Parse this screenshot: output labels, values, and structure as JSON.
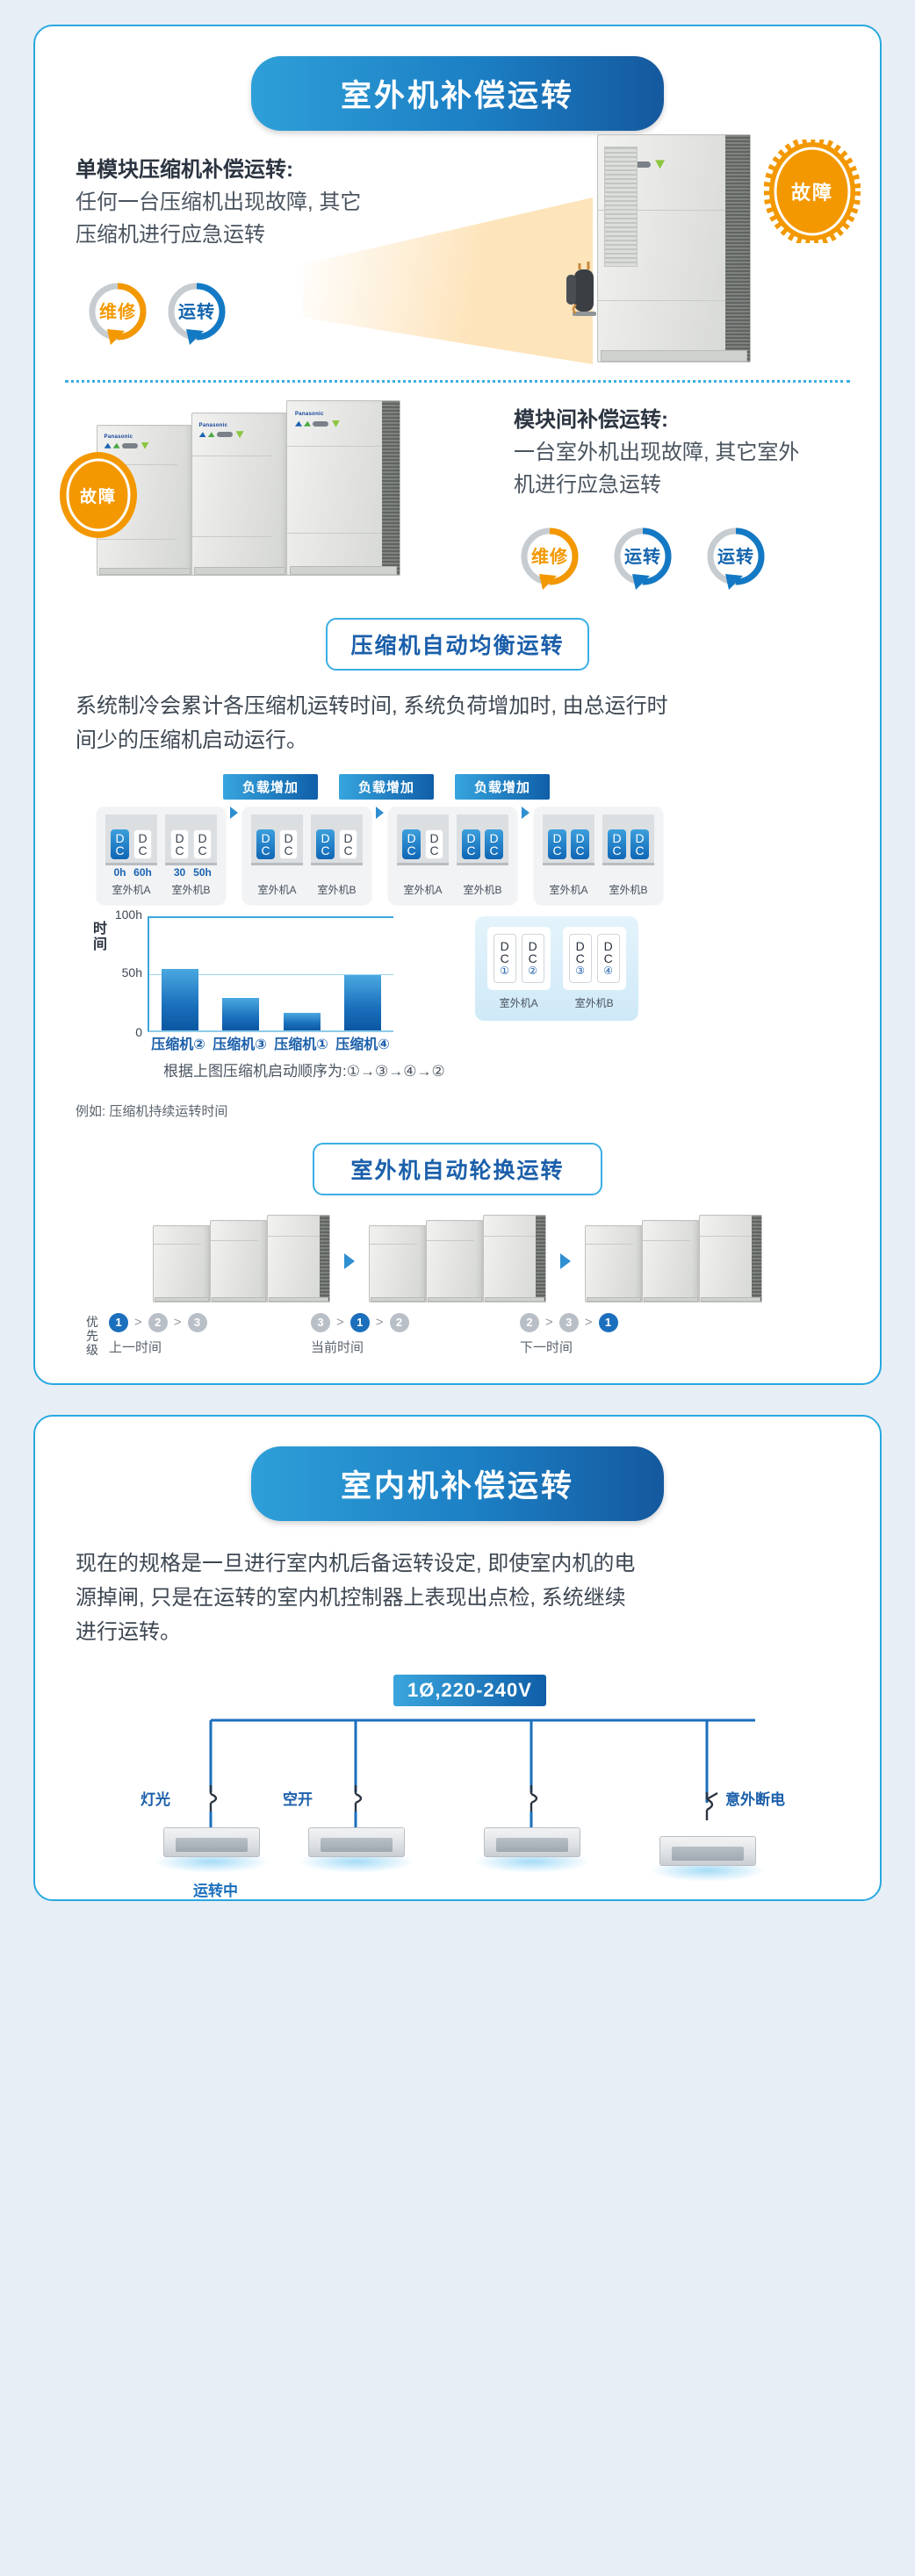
{
  "colors": {
    "accent_blue": "#29a8e0",
    "deep_blue": "#15599e",
    "orange": "#f39800",
    "page_bg": "#e8eef5"
  },
  "card1": {
    "title": "室外机补偿运转",
    "block1": {
      "heading": "单模块压缩机补偿运转:",
      "body_line1": "任何一台压缩机出现故障, 其它",
      "body_line2": "压缩机进行应急运转",
      "badge": "故障",
      "circles": [
        {
          "label": "维修",
          "color": "#f39800"
        },
        {
          "label": "运转",
          "color": "#1379c4"
        }
      ]
    },
    "block2": {
      "heading": "模块间补偿运转:",
      "body_line1": "一台室外机出现故障, 其它室外",
      "body_line2": "机进行应急运转",
      "badge": "故障",
      "circles": [
        {
          "label": "维修",
          "color": "#f39800"
        },
        {
          "label": "运转",
          "color": "#1379c4"
        },
        {
          "label": "运转",
          "color": "#1379c4"
        }
      ]
    },
    "section2": {
      "title": "压缩机自动均衡运转",
      "para_line1": "系统制冷会累计各压缩机运转时间, 系统负荷增加时, 由总运行时",
      "para_line2": "间少的压缩机启动运行。",
      "load_tags": [
        "负载增加",
        "负载增加",
        "负载增加"
      ],
      "steps": [
        {
          "units": [
            {
              "label": "室外机A",
              "dc": [
                "on",
                "off"
              ],
              "hours": [
                "0h",
                "60h"
              ]
            },
            {
              "label": "室外机B",
              "dc": [
                "off",
                "off"
              ],
              "hours": [
                "30",
                "50h"
              ]
            }
          ]
        },
        {
          "units": [
            {
              "label": "室外机A",
              "dc": [
                "on",
                "off"
              ],
              "hours": [
                "",
                ""
              ]
            },
            {
              "label": "室外机B",
              "dc": [
                "on",
                "off"
              ],
              "hours": [
                "",
                ""
              ]
            }
          ]
        },
        {
          "units": [
            {
              "label": "室外机A",
              "dc": [
                "on",
                "off"
              ],
              "hours": [
                "",
                ""
              ]
            },
            {
              "label": "室外机B",
              "dc": [
                "on",
                "on"
              ],
              "hours": [
                "",
                ""
              ]
            }
          ]
        },
        {
          "units": [
            {
              "label": "室外机A",
              "dc": [
                "on",
                "on"
              ],
              "hours": [
                "",
                ""
              ]
            },
            {
              "label": "室外机B",
              "dc": [
                "on",
                "on"
              ],
              "hours": [
                "",
                ""
              ]
            }
          ]
        }
      ],
      "chart_caption": "根据上图压缩机启动顺序为:①→③→④→②",
      "example_note": "例如: 压缩机持续运转时间",
      "right_panel": {
        "groups": [
          {
            "label": "室外机A",
            "cells": [
              {
                "top": "D",
                "bottom": "C",
                "num": "①"
              },
              {
                "top": "D",
                "bottom": "C",
                "num": "②"
              }
            ]
          },
          {
            "label": "室外机B",
            "cells": [
              {
                "top": "D",
                "bottom": "C",
                "num": "③"
              },
              {
                "top": "D",
                "bottom": "C",
                "num": "④"
              }
            ]
          }
        ]
      }
    },
    "section3": {
      "title": "室外机自动轮换运转",
      "priority_label": "优先级",
      "groups": [
        {
          "order": [
            "1",
            "2",
            "3"
          ],
          "active": 0,
          "time": "上一时间"
        },
        {
          "order": [
            "3",
            "1",
            "2"
          ],
          "active": 0,
          "time": "当前时间"
        },
        {
          "order": [
            "2",
            "3",
            "1"
          ],
          "active": 2,
          "time": "下一时间"
        }
      ]
    }
  },
  "card2": {
    "title": "室内机补偿运转",
    "para_line1": "现在的规格是一旦进行室内机后备运转设定, 即使室内机的电",
    "para_line2": "源掉闸, 只是在运转的室内机控制器上表现出点检, 系统继续",
    "para_line3": "进行运转。",
    "voltage": "1Ø,220-240V",
    "breakers": [
      {
        "label": "灯光",
        "state": "closed"
      },
      {
        "label": "空开",
        "state": "closed"
      },
      {
        "label": "",
        "state": "closed"
      },
      {
        "label": "意外断电",
        "state": "open"
      }
    ],
    "running_label": "运转中"
  },
  "chart_data": {
    "type": "bar",
    "title": "",
    "ylabel": "时间",
    "categories": [
      "压缩机②",
      "压缩机③",
      "压缩机①",
      "压缩机④"
    ],
    "values": [
      53,
      28,
      15,
      48
    ],
    "ylim": [
      0,
      100
    ],
    "ytick_labels": [
      "100h",
      "50h",
      "0"
    ],
    "ytick_values": [
      100,
      50,
      0
    ],
    "grid": true,
    "legend": "none",
    "annotation": "根据上图压缩机启动顺序为:①→③→④→②"
  }
}
